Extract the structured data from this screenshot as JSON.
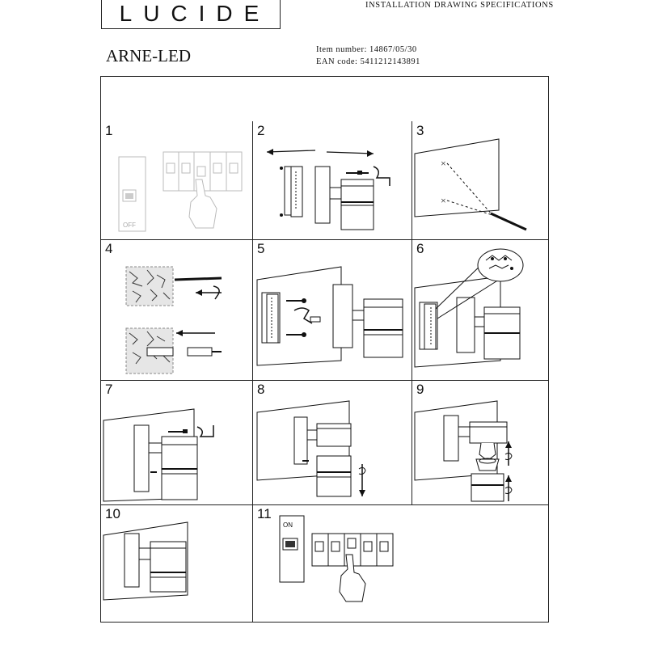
{
  "brand": {
    "logo_text": "LUCIDE"
  },
  "header": {
    "doc_title": "INSTALLATION DRAWING SPECIFICATIONS"
  },
  "product": {
    "name": "ARNE-LED"
  },
  "item": {
    "item_number": "Item number: 14867/05/30",
    "ean_code": "EAN code: 5411212143891"
  },
  "steps": [
    {
      "number": "1",
      "switch_label": "OFF"
    },
    {
      "number": "2"
    },
    {
      "number": "3"
    },
    {
      "number": "4"
    },
    {
      "number": "5"
    },
    {
      "number": "6"
    },
    {
      "number": "7"
    },
    {
      "number": "8"
    },
    {
      "number": "9"
    },
    {
      "number": "10"
    },
    {
      "number": "11",
      "switch_label": "ON"
    }
  ]
}
